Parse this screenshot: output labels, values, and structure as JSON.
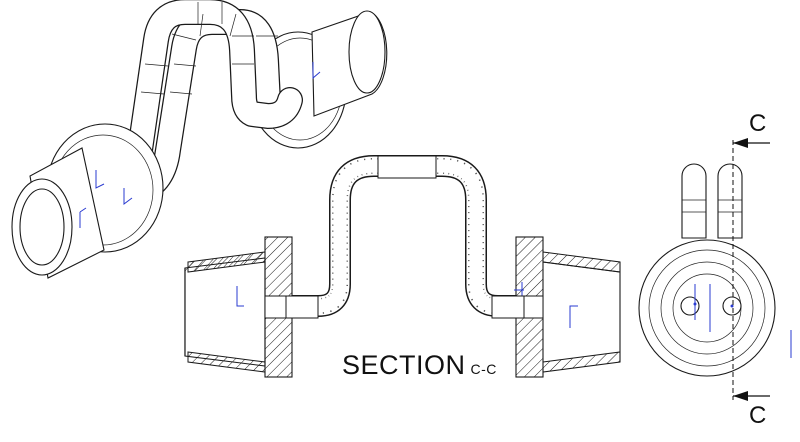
{
  "section_view": {
    "title": "SECTION",
    "suffix": "C-C"
  },
  "cutting_plane": {
    "top_letter": "C",
    "bottom_letter": "C"
  },
  "colors": {
    "lines": "#1a1a1a",
    "axis_markers": "#2a3bd0"
  }
}
